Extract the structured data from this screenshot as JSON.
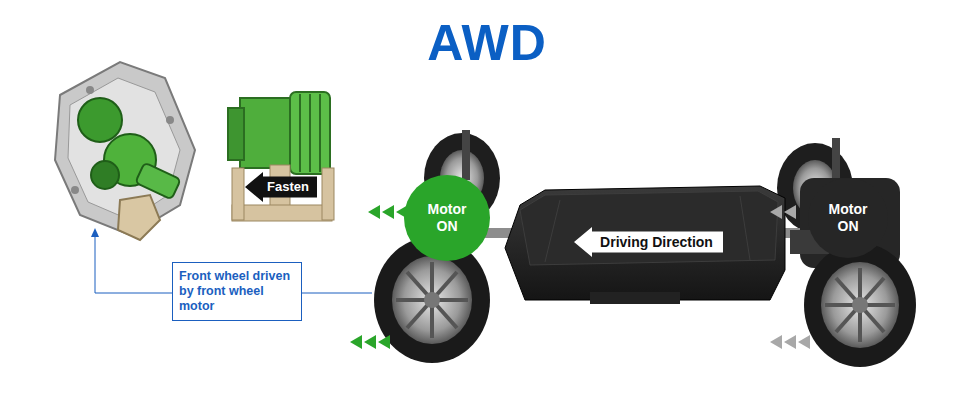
{
  "diagram": {
    "title": "AWD",
    "nodes": [
      {
        "text": [
          "Motor ON"
        ]
      },
      {
        "text": [
          "Motor ON"
        ]
      },
      {
        "text": [
          "Driving Direction"
        ]
      },
      {
        "text": [
          "Fasten"
        ]
      },
      {
        "text": [
          "Front wheel driven by front wheel motor"
        ]
      }
    ]
  }
}
